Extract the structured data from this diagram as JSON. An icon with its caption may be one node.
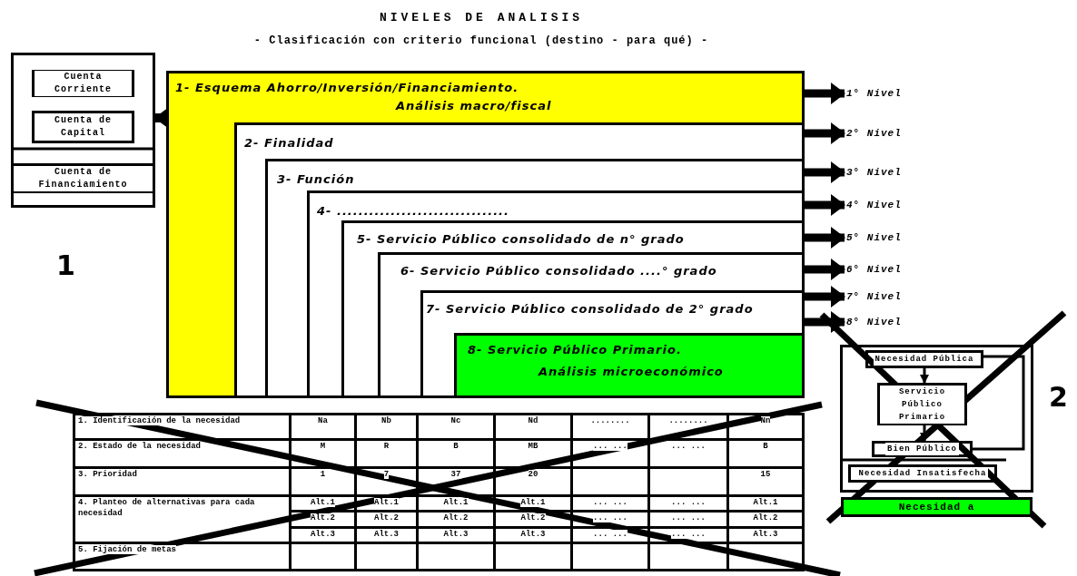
{
  "diagram": {
    "title": "NIVELES DE ANALISIS",
    "nodes": [
      {
        "text": [],
        "shape": "box"
      },
      {
        "text": [
          "Cuenta Corriente"
        ],
        "in": 0
      },
      {
        "text": [
          "Cuenta de Capital"
        ],
        "in": 0
      },
      {
        "text": [
          "Cuenta de Financiamiento"
        ],
        "in": 0
      },
      {
        "text": [
          "1- Esquema Ahorro/Inversión/Financiamiento.",
          "Análisis macro/fiscal"
        ]
      },
      {
        "text": [
          "2- Finalidad"
        ],
        "in": 4
      },
      {
        "text": [
          "3- Función"
        ],
        "in": 5
      },
      {
        "text": [
          "4- ................................"
        ],
        "in": 6
      },
      {
        "text": [
          "5- Servicio Público consolidado de n° grado"
        ],
        "in": 7
      },
      {
        "text": [
          "6- Servicio Público consolidado ....° grado"
        ],
        "in": 8
      },
      {
        "text": [
          "7- Servicio Público consolidado de 2° grado"
        ],
        "in": 9
      },
      {
        "text": [
          "8- Servicio Público Primario.",
          "Análisis microeconómico"
        ],
        "in": 10
      },
      {
        "text": [
          "1° Nivel"
        ]
      },
      {
        "text": [
          "2° Nivel"
        ]
      },
      {
        "text": [
          "3° Nivel"
        ]
      },
      {
        "text": [
          "4° Nivel"
        ]
      },
      {
        "text": [
          "5° Nivel"
        ]
      },
      {
        "text": [
          "6° Nivel"
        ]
      },
      {
        "text": [
          "7° Nivel"
        ]
      },
      {
        "text": [
          "8° Nivel"
        ]
      },
      {
        "text": [],
        "shape": "box"
      },
      {
        "text": [
          "Necesidad Pública"
        ],
        "in": 20
      },
      {
        "text": [
          "Servicio Público Primario"
        ],
        "in": 20
      },
      {
        "text": [
          "Bien Público"
        ],
        "in": 20
      },
      {
        "text": [
          "Necesidad Insatisfecha"
        ],
        "in": 20
      },
      {
        "text": [
          "Necesidad a"
        ]
      }
    ],
    "edges": [
      {
        "from": 4,
        "to": 0,
        "arrow": "to"
      },
      {
        "from": 4,
        "to": 12,
        "arrow": "to"
      },
      {
        "from": 5,
        "to": 13,
        "arrow": "to"
      },
      {
        "from": 6,
        "to": 14,
        "arrow": "to"
      },
      {
        "from": 7,
        "to": 15,
        "arrow": "to"
      },
      {
        "from": 8,
        "to": 16,
        "arrow": "to"
      },
      {
        "from": 9,
        "to": 17,
        "arrow": "to"
      },
      {
        "from": 10,
        "to": 18,
        "arrow": "to"
      },
      {
        "from": 11,
        "to": 19,
        "arrow": "to"
      },
      {
        "from": 21,
        "to": 22,
        "arrow": "to"
      },
      {
        "from": 22,
        "to": 23,
        "arrow": "to"
      },
      {
        "from": 23,
        "to": 21,
        "arrow": "none"
      }
    ],
    "labels": [
      "- Clasificación con criterio funcional (destino - para qué) -",
      "1",
      "2",
      "1. Identificación de la necesidad",
      "Na",
      "Nb",
      "Nc",
      "Nd",
      "........",
      "........",
      "Nn",
      "2. Estado de la necesidad",
      "M",
      "R",
      "B",
      "MB",
      "... ...",
      "... ...",
      "B",
      "3. Prioridad",
      "1",
      "7",
      "37",
      "20",
      "15",
      "4. Planteo de alternativas para cada necesidad",
      "Alt.1",
      "Alt.1",
      "Alt.1",
      "Alt.1",
      "... ...",
      "... ...",
      "Alt.1",
      "Alt.2",
      "Alt.2",
      "Alt.2",
      "Alt.2",
      "... ...",
      "... ...",
      "Alt.2",
      "Alt.3",
      "Alt.3",
      "Alt.3",
      "Alt.3",
      "... ...",
      "... ...",
      "Alt.3",
      "5. Fijación de metas"
    ]
  }
}
